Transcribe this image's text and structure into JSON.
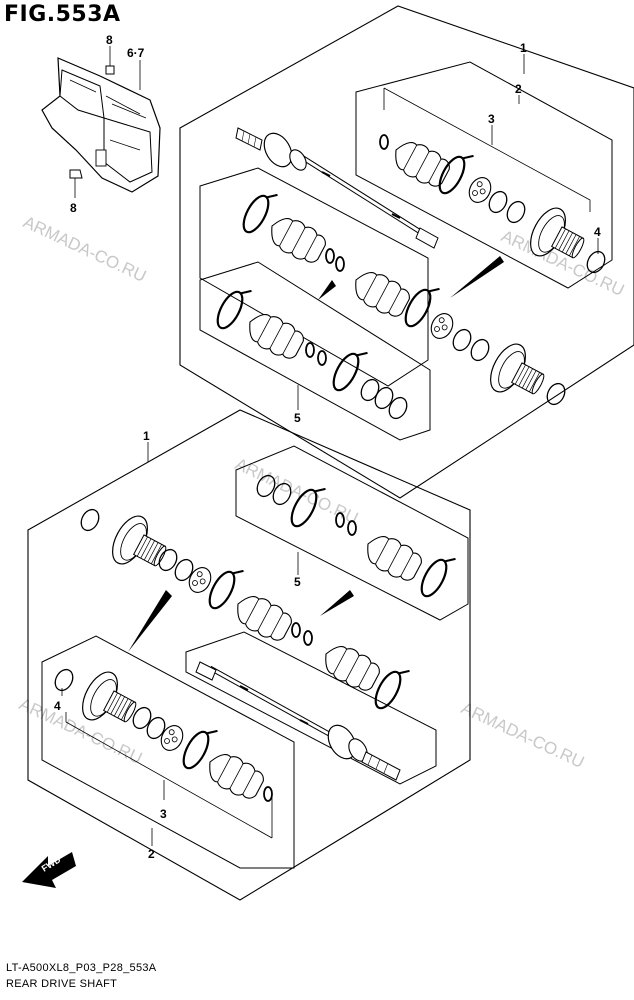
{
  "figure": {
    "title": "FIG.553A",
    "code": "LT-A500XL8_P03_P28_553A",
    "description": "REAR DRIVE SHAFT"
  },
  "watermark": {
    "text": "ARMADA-CO.RU",
    "color": "#c8c8c8"
  },
  "callouts": {
    "bracket_bolt_top": "8",
    "bracket": "6·7",
    "bracket_bolt_bottom": "8",
    "upper_assembly": "1",
    "upper_joint_kit": "2",
    "upper_joint_set": "3",
    "upper_ring": "4",
    "upper_boot_kit": "5",
    "lower_assembly": "1",
    "lower_boot_kit": "5",
    "lower_ring": "4",
    "lower_joint_set": "3",
    "lower_joint_kit": "2"
  },
  "fwd_label": "FWD"
}
